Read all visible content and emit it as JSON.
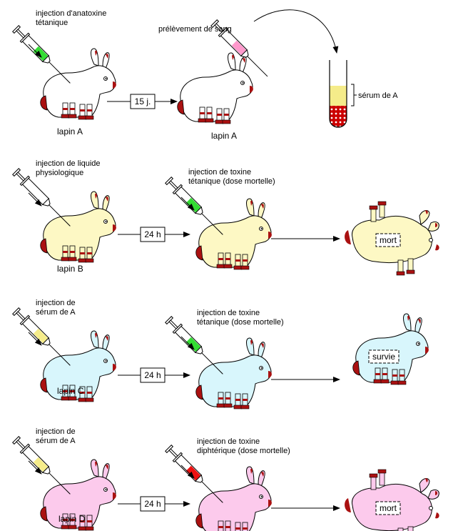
{
  "rows": [
    {
      "id": "A",
      "fur": "#ffffff",
      "injection1": {
        "label_lines": [
          "injection d'anatoxine",
          "tétanique"
        ],
        "fluid": "#33dd33"
      },
      "delay": "15 j.",
      "injection2": {
        "label_lines": [
          "prélèvement de sang"
        ],
        "fluid": "#ff99cc"
      },
      "tube": {
        "serum_label": "sérum de A",
        "serum_color": "#f5ec8a",
        "blood_color": "#cc0000"
      },
      "rabbit_label": "lapin A",
      "rabbit2_label": "lapin A"
    },
    {
      "id": "B",
      "fur": "#fdf8c4",
      "injection1": {
        "label_lines": [
          "injection de liquide",
          "physiologique"
        ],
        "fluid": "#ffffff"
      },
      "delay": "24 h",
      "injection2": {
        "label_lines": [
          "injection de toxine",
          "tétanique (dose mortelle)"
        ],
        "fluid": "#33dd33"
      },
      "outcome": "mort",
      "rabbit_label": "lapin B"
    },
    {
      "id": "C",
      "fur": "#d8f6fc",
      "injection1": {
        "label_lines": [
          "injection de",
          "sérum de A"
        ],
        "fluid": "#f5ec8a"
      },
      "delay": "24 h",
      "injection2": {
        "label_lines": [
          "injection de toxine",
          "tétanique (dose mortelle)"
        ],
        "fluid": "#33dd33"
      },
      "outcome": "survie",
      "rabbit_label": "lapin C"
    },
    {
      "id": "D",
      "fur": "#fccaec",
      "injection1": {
        "label_lines": [
          "injection de",
          "sérum de A"
        ],
        "fluid": "#f5ec8a"
      },
      "delay": "24 h",
      "injection2": {
        "label_lines": [
          "injection de toxine",
          "diphtérique (dose mortelle)"
        ],
        "fluid": "#ee1111"
      },
      "outcome": "mort",
      "rabbit_label": "lapin D"
    }
  ],
  "colors": {
    "ear_inner": "#aa1111",
    "paw": "#aa1111",
    "outline": "#000000",
    "syringe_body": "#ffffff"
  }
}
